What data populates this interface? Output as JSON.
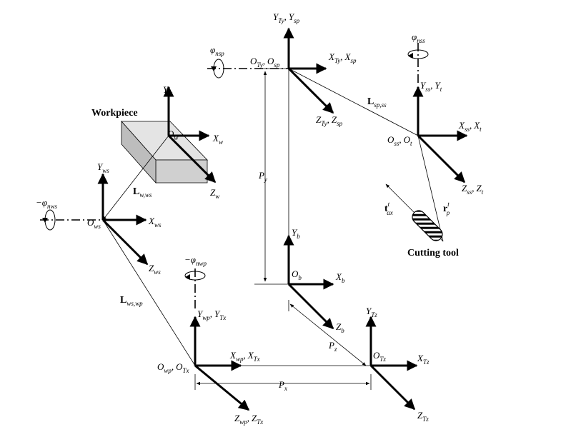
{
  "labels": {
    "workpiece": "Workpiece",
    "cutting_tool": "Cutting tool",
    "phi_nsp": "φ",
    "phi_nsp_sub": "nsp",
    "phi_nss": "φ",
    "phi_nss_sub": "nss",
    "phi_nws": "−φ",
    "phi_nws_sub": "nws",
    "phi_nwp": "−φ",
    "phi_nwp_sub": "nwp",
    "y_ty": "Y",
    "y_ty_sub": "Ty",
    "y_sp": "Y",
    "y_sp_sub": "sp",
    "o_ty": "O",
    "o_ty_sub": "Ty",
    "o_sp": "O",
    "o_sp_sub": "sp",
    "x_ty": "X",
    "x_ty_sub": "Ty",
    "x_sp": "X",
    "x_sp_sub": "sp",
    "z_ty": "Z",
    "z_ty_sub": "Ty",
    "z_sp": "Z",
    "z_sp_sub": "sp",
    "l_spss": "L",
    "l_spss_sub": "sp,ss",
    "y_ss": "Y",
    "y_ss_sub": "ss",
    "y_t": "Y",
    "y_t_sub": "t",
    "o_ss": "O",
    "o_ss_sub": "ss",
    "o_t": "O",
    "o_t_sub": "t",
    "x_ss": "X",
    "x_ss_sub": "ss",
    "x_t": "X",
    "x_t_sub": "t",
    "z_ss": "Z",
    "z_ss_sub": "ss",
    "z_t": "Z",
    "z_t_sub": "t",
    "t_ax": "t",
    "t_ax_sup": "t",
    "t_ax_sub": "ax",
    "r_p": "r",
    "r_p_sup": "t",
    "r_p_sub": "p",
    "y_w": "Y",
    "y_w_sub": "w",
    "o_w": "O",
    "o_w_sub": "w",
    "x_w": "X",
    "x_w_sub": "w",
    "z_w": "Z",
    "z_w_sub": "w",
    "y_ws": "Y",
    "y_ws_sub": "ws",
    "o_ws": "O",
    "o_ws_sub": "ws",
    "x_ws": "X",
    "x_ws_sub": "ws",
    "z_ws": "Z",
    "z_ws_sub": "ws",
    "l_wws": "L",
    "l_wws_sub": "w,ws",
    "l_wswp": "L",
    "l_wswp_sub": "ws,wp",
    "p_y": "P",
    "p_y_sub": "y",
    "y_b": "Y",
    "y_b_sub": "b",
    "o_b": "O",
    "o_b_sub": "b",
    "x_b": "X",
    "x_b_sub": "b",
    "z_b": "Z",
    "z_b_sub": "b",
    "y_wp": "Y",
    "y_wp_sub": "wp",
    "y_tx": "Y",
    "y_tx_sub": "Tx",
    "o_wp": "O",
    "o_wp_sub": "wp",
    "o_tx": "O",
    "o_tx_sub": "Tx",
    "x_wp": "X",
    "x_wp_sub": "wp",
    "x_tx": "X",
    "x_tx_sub": "Tx",
    "z_wp": "Z",
    "z_wp_sub": "wp",
    "z_tx": "Z",
    "z_tx_sub": "Tx",
    "p_x": "P",
    "p_x_sub": "x",
    "p_z": "P",
    "p_z_sub": "z",
    "y_tz": "Y",
    "y_tz_sub": "Tz",
    "o_tz": "O",
    "o_tz_sub": "Tz",
    "x_tz": "X",
    "x_tz_sub": "Tz",
    "z_tz": "Z",
    "z_tz_sub": "Tz",
    "comma": ","
  },
  "colors": {
    "ink": "#000000",
    "workpiece_top": "#e4e4e4",
    "workpiece_front": "#d0d0d0",
    "workpiece_side": "#bdbdbd"
  }
}
